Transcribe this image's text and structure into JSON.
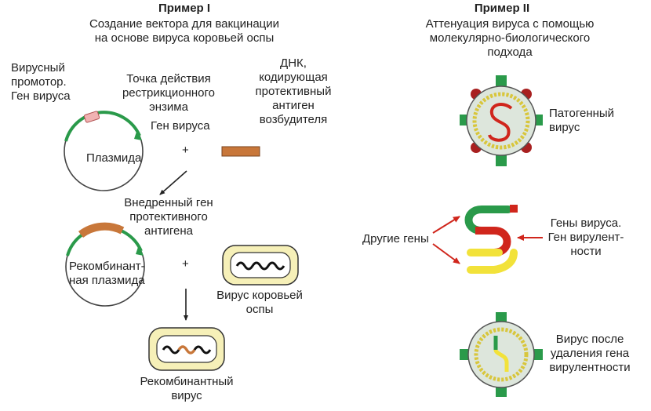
{
  "example1": {
    "heading": "Пример I",
    "subtitle": "Создание вектора для вакцинации\nна основе вируса коровьей оспы",
    "label_promoter": "Вирусный\nпромотор.\nГен вируса",
    "label_restriction": "Точка действия\nрестрикционного\nэнзима",
    "label_gene": "Ген вируса",
    "label_dna": "ДНК,\nкодирующая\nпротективный\nантиген\nвозбудителя",
    "label_plasmid": "Плазмида",
    "plus1": "+",
    "label_inserted": "Внедренный ген\nпротективного\nантигена",
    "label_recomb_plasmid": "Рекомбинант-\nная плазмида",
    "plus2": "+",
    "label_cowpox": "Вирус коровьей\nоспы",
    "label_recomb_virus": "Рекомбинантный\nвирус"
  },
  "example2": {
    "heading": "Пример II",
    "subtitle": "Аттенуация вируса с помощью\nмолекулярно-биологического\nподхода",
    "label_pathogenic": "Патогенный\nвирус",
    "label_other_genes": "Другие гены",
    "label_virus_genes": "Гены вируса.\nГен вирулент-\nности",
    "label_attenuated": "Вирус после\nудаления гена\nвирулентности"
  },
  "colors": {
    "green": "#2a9a4a",
    "red": "#d0261c",
    "yellow": "#f2e23a",
    "brown": "#c8773a",
    "cream": "#f6f0b8",
    "bead": "#d8c63c"
  }
}
